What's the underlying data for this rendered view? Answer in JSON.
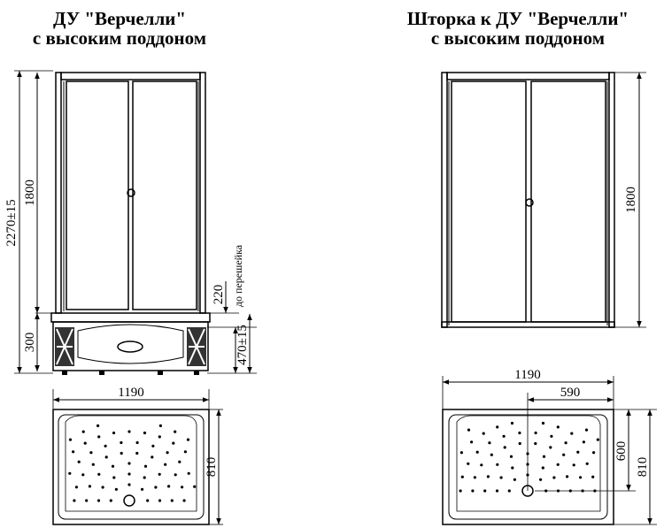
{
  "left_title": {
    "line1": "ДУ \"Верчелли\"",
    "line2": "с высоким поддоном"
  },
  "right_title": {
    "line1": "Шторка к ДУ \"Верчелли\"",
    "line2": "с высоким поддоном"
  },
  "left_dims": {
    "overall_height": "2270±15",
    "glass_height": "1800",
    "tray_height": "300",
    "lintel_gap": "220",
    "lintel_note": "до перешейка",
    "tray_total": "470±15",
    "width": "1190",
    "depth": "810"
  },
  "right_dims": {
    "glass_height": "1800",
    "width": "1190",
    "drain_x": "590",
    "drain_y": "600",
    "depth": "810"
  }
}
